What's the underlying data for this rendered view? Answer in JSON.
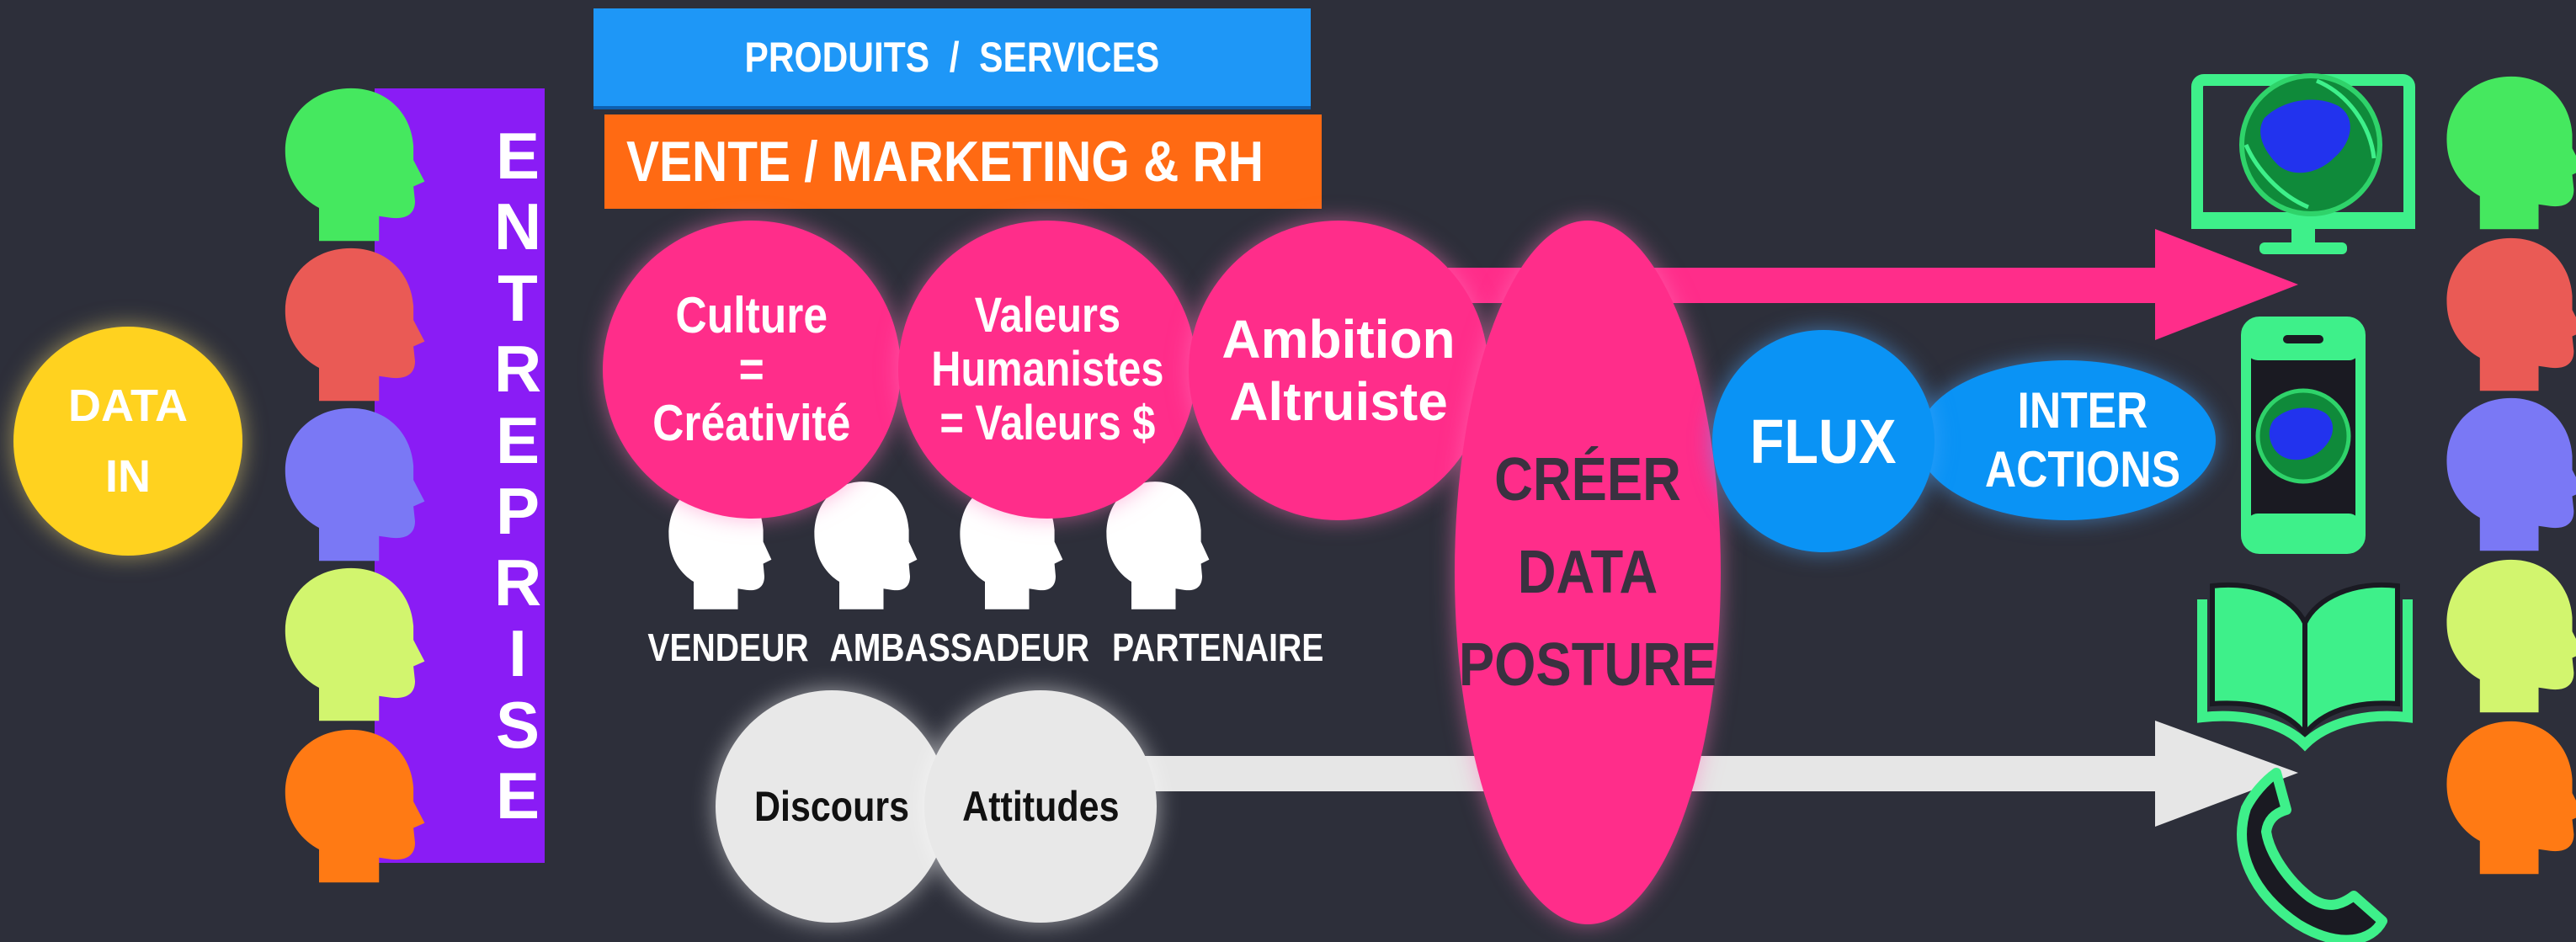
{
  "data_in": {
    "label": "DATA\nIN"
  },
  "entreprise": {
    "letters": [
      "E",
      "N",
      "T",
      "R",
      "E",
      "P",
      "R",
      "I",
      "S",
      "E"
    ]
  },
  "banners": {
    "products": "PRODUITS  /  SERVICES",
    "sales": "VENTE / MARKETING & RH"
  },
  "values": {
    "culture": "Culture\n=\nCréativité",
    "valeurs": "Valeurs\nHumanistes\n= Valeurs $",
    "ambition": "Ambition\nAltruiste"
  },
  "roles": {
    "vendeur": "VENDEUR",
    "ambassadeur": "AMBASSADEUR",
    "partenaire": "PARTENAIRE"
  },
  "behaviours": {
    "discours": "Discours",
    "attitudes": "Attitudes"
  },
  "center": {
    "label": "CRÉER\nDATA\nPOSTURE"
  },
  "flux": {
    "flux": "FLUX",
    "interactions": "INTER\nACTIONS"
  },
  "colors": {
    "background": "#2d2f3a",
    "purple": "#8a1cf5",
    "pink": "#ff2d8a",
    "blue": "#0a93f5",
    "orange": "#ff6a13",
    "yellow": "#ffd21f",
    "head_green": "#45e85f",
    "head_red": "#ea5a55",
    "head_violet": "#7a78f5",
    "head_lime": "#d2f56e",
    "head_orange": "#ff7a14",
    "device_green": "#3ef08a"
  },
  "icons": {
    "left_heads": "head-silhouette-icon",
    "role_heads": "head-silhouette-icon",
    "devices": [
      "monitor-globe-icon",
      "phone-globe-icon",
      "book-icon",
      "telephone-handset-icon"
    ]
  }
}
